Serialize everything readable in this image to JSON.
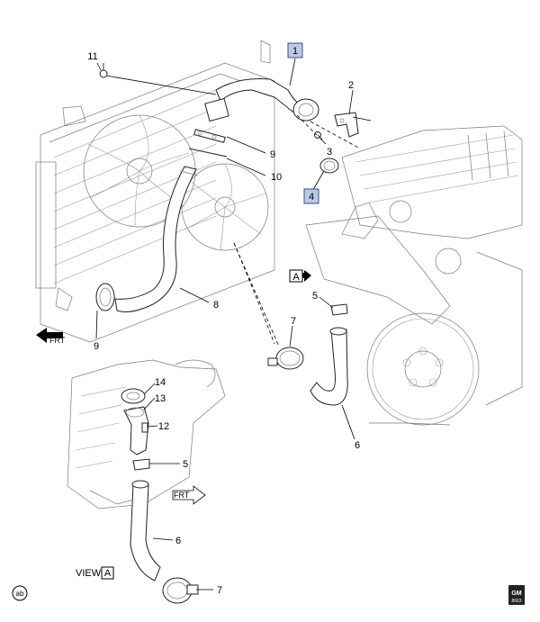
{
  "callouts": {
    "c1": "1",
    "c2": "2",
    "c3": "3",
    "c4": "4",
    "c5a": "5",
    "c5b": "5",
    "c6a": "6",
    "c6b": "6",
    "c7a": "7",
    "c7b": "7",
    "c8": "8",
    "c9a": "9",
    "c9b": "9",
    "c10": "10",
    "c11": "11",
    "c12": "12",
    "c13": "13",
    "c14": "14"
  },
  "view_marker": {
    "letter": "A"
  },
  "view_label": {
    "prefix": "VIEW",
    "letter": "A"
  },
  "frt_labels": {
    "left": "FRT",
    "right": "FRT"
  },
  "badges": {
    "ab": "ab",
    "gm_top": "GM",
    "gm_bottom": "8663"
  },
  "colors": {
    "callout_box": "#b9c9e8",
    "callout_border": "#3b4f86",
    "ink": "#000000"
  }
}
